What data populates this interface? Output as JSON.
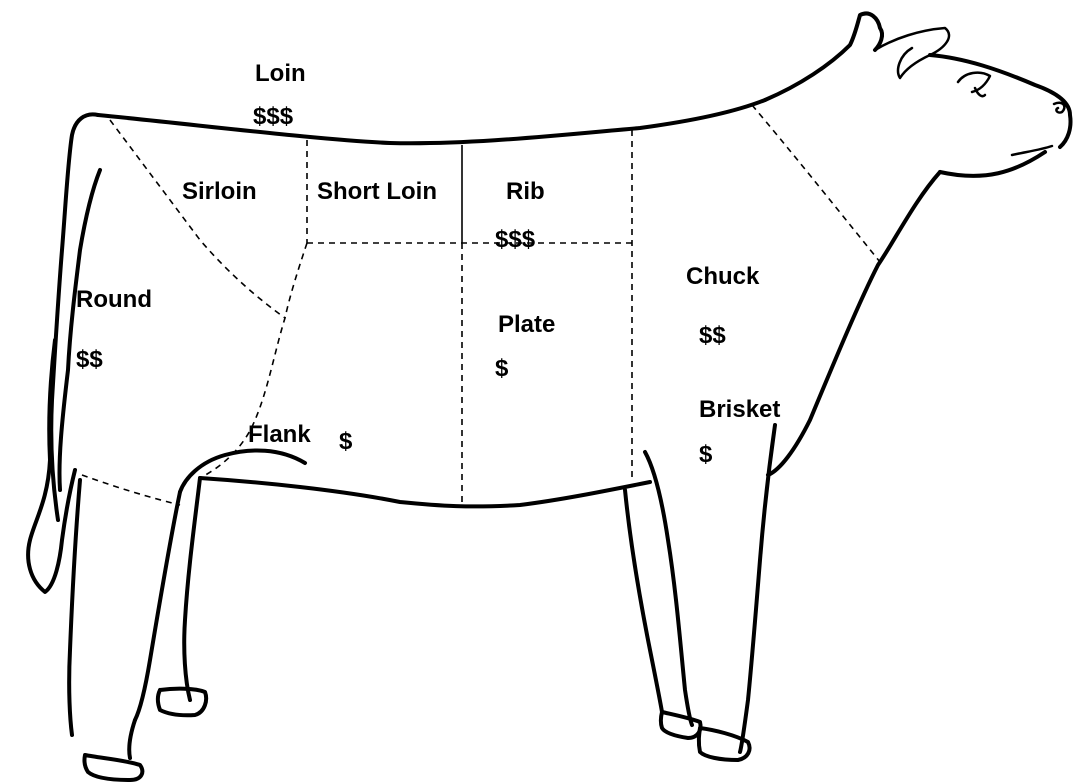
{
  "cuts": {
    "loin": {
      "name": "Loin",
      "price": "$$$"
    },
    "sirloin": {
      "name": "Sirloin"
    },
    "short_loin": {
      "name": "Short Loin"
    },
    "rib": {
      "name": "Rib",
      "price": "$$$"
    },
    "round": {
      "name": "Round",
      "price": "$$"
    },
    "plate": {
      "name": "Plate",
      "price": "$"
    },
    "chuck": {
      "name": "Chuck",
      "price": "$$"
    },
    "flank": {
      "name": "Flank",
      "price": "$"
    },
    "brisket": {
      "name": "Brisket",
      "price": "$"
    }
  }
}
